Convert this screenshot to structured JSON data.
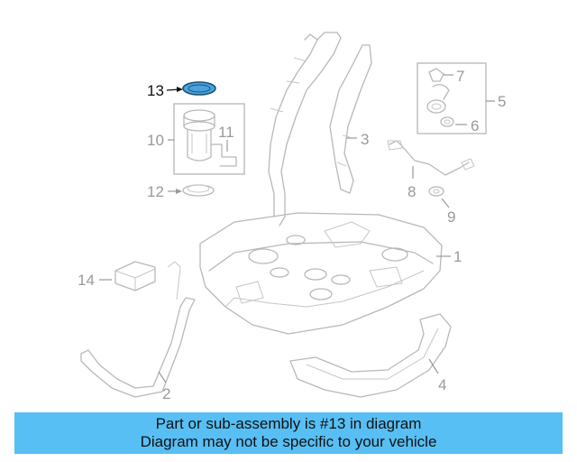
{
  "highlight_color": "#4aa3df",
  "banner_color": "#57bff4",
  "callouts": {
    "c1": "1",
    "c2": "2",
    "c3": "3",
    "c4": "4",
    "c5": "5",
    "c6": "6",
    "c7": "7",
    "c8": "8",
    "c9": "9",
    "c10": "10",
    "c11": "11",
    "c12": "12",
    "c13": "13",
    "c14": "14"
  },
  "banner": {
    "line1": "Part or sub-assembly is #13 in diagram",
    "line2": "Diagram may not be specific to your vehicle"
  }
}
